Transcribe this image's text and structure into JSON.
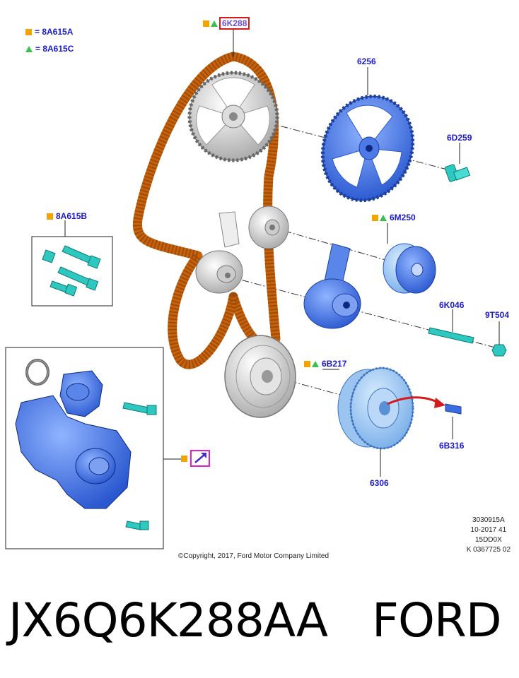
{
  "legend": [
    {
      "symbol": "square-icon",
      "text": "= 8A615A"
    },
    {
      "symbol": "triangle-icon",
      "text": "= 8A615C"
    }
  ],
  "labels": {
    "belt": "6K288",
    "cam_sprocket": "6256",
    "cam_bolt": "6D259",
    "bolt_kit": "8A615B",
    "idler": "6M250",
    "stud": "6K046",
    "nut": "9T504",
    "tensioner": "6B217",
    "key": "6B316",
    "crank_pulley": "6306"
  },
  "copyright": "©Copyright, 2017, Ford Motor Company Limited",
  "reference": [
    "3030915A",
    "10-2017 41",
    "15DD0X",
    "K 0367725 02"
  ],
  "caption": {
    "part_number": "JX6Q6K288AA",
    "brand": "FORD"
  },
  "colors": {
    "label_blue": "#1a1acc",
    "belt_orange": "#c8620a",
    "part_blue": "#3a6ee0",
    "bolt_teal": "#2fc8c0",
    "legend_square": "#f2a400",
    "legend_triangle": "#3cc050",
    "highlight_red": "#d41a1a",
    "highlight_magenta": "#e020d0"
  }
}
